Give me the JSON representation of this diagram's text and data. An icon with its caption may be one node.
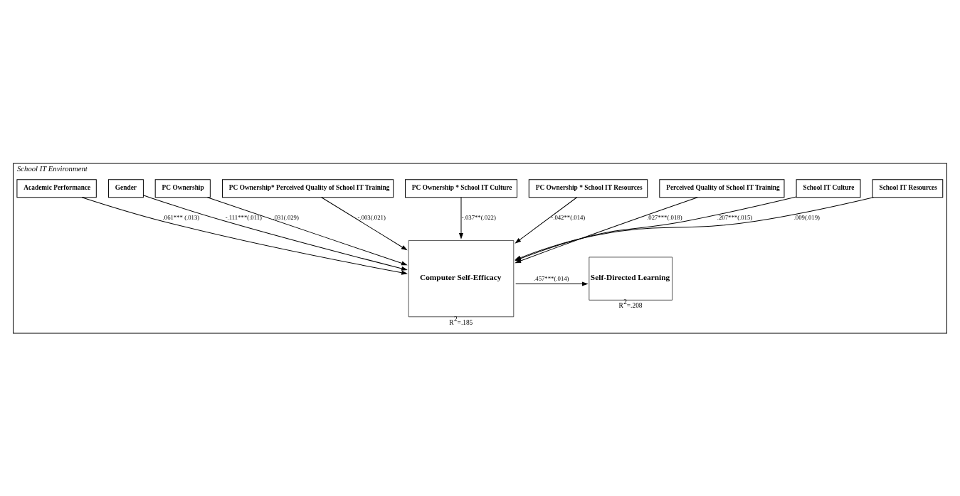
{
  "diagram": {
    "nodes": [
      {
        "text": [
          "School IT Environment"
        ]
      },
      {
        "text": [
          "School IT Resources"
        ],
        "in": 0
      },
      {
        "text": [
          "School IT Culture"
        ],
        "in": 0
      },
      {
        "text": [
          "Perceived Quality of School IT Training"
        ],
        "in": 0
      },
      {
        "text": [
          "PC Ownership * School IT Resources"
        ],
        "in": 0
      },
      {
        "text": [
          "PC Ownership * School IT Culture"
        ],
        "in": 0
      },
      {
        "text": [
          "PC Ownership* Perceived Quality of School IT Training"
        ],
        "in": 0
      },
      {
        "text": [
          "PC Ownership"
        ],
        "in": 0
      },
      {
        "text": [
          "Gender"
        ],
        "in": 0
      },
      {
        "text": [
          "Academic Performance"
        ],
        "in": 0
      },
      {
        "text": [
          "Computer Self-Efficacy"
        ],
        "in": 0,
        "beside": [
          "R$^{2}$=.185"
        ]
      },
      {
        "text": [
          "Self-Directed Learning"
        ],
        "in": 0,
        "beside": [
          "R$^{2}$=.208"
        ]
      }
    ],
    "edges": [
      {
        "from": 1,
        "to": 10,
        "arrow": "to",
        "label": ".009(.019)"
      },
      {
        "from": 2,
        "to": 10,
        "arrow": "to",
        "label": ".207***(.015)"
      },
      {
        "from": 3,
        "to": 10,
        "arrow": "to",
        "label": ".027***(.018)"
      },
      {
        "from": 4,
        "to": 10,
        "arrow": "to",
        "label": "-.042**(.014)"
      },
      {
        "from": 5,
        "to": 10,
        "arrow": "to",
        "label": "-.037**(.022)"
      },
      {
        "from": 6,
        "to": 10,
        "arrow": "to",
        "label": "-.003(.021)"
      },
      {
        "from": 7,
        "to": 10,
        "arrow": "to",
        "label": ".031(.029)"
      },
      {
        "from": 8,
        "to": 10,
        "arrow": "to",
        "label": "-.111***(.011)"
      },
      {
        "from": 9,
        "to": 10,
        "arrow": "to",
        "label": ".061*** (.013)"
      },
      {
        "from": 10,
        "to": 11,
        "arrow": "to",
        "label": ".457***(.014)"
      }
    ]
  }
}
